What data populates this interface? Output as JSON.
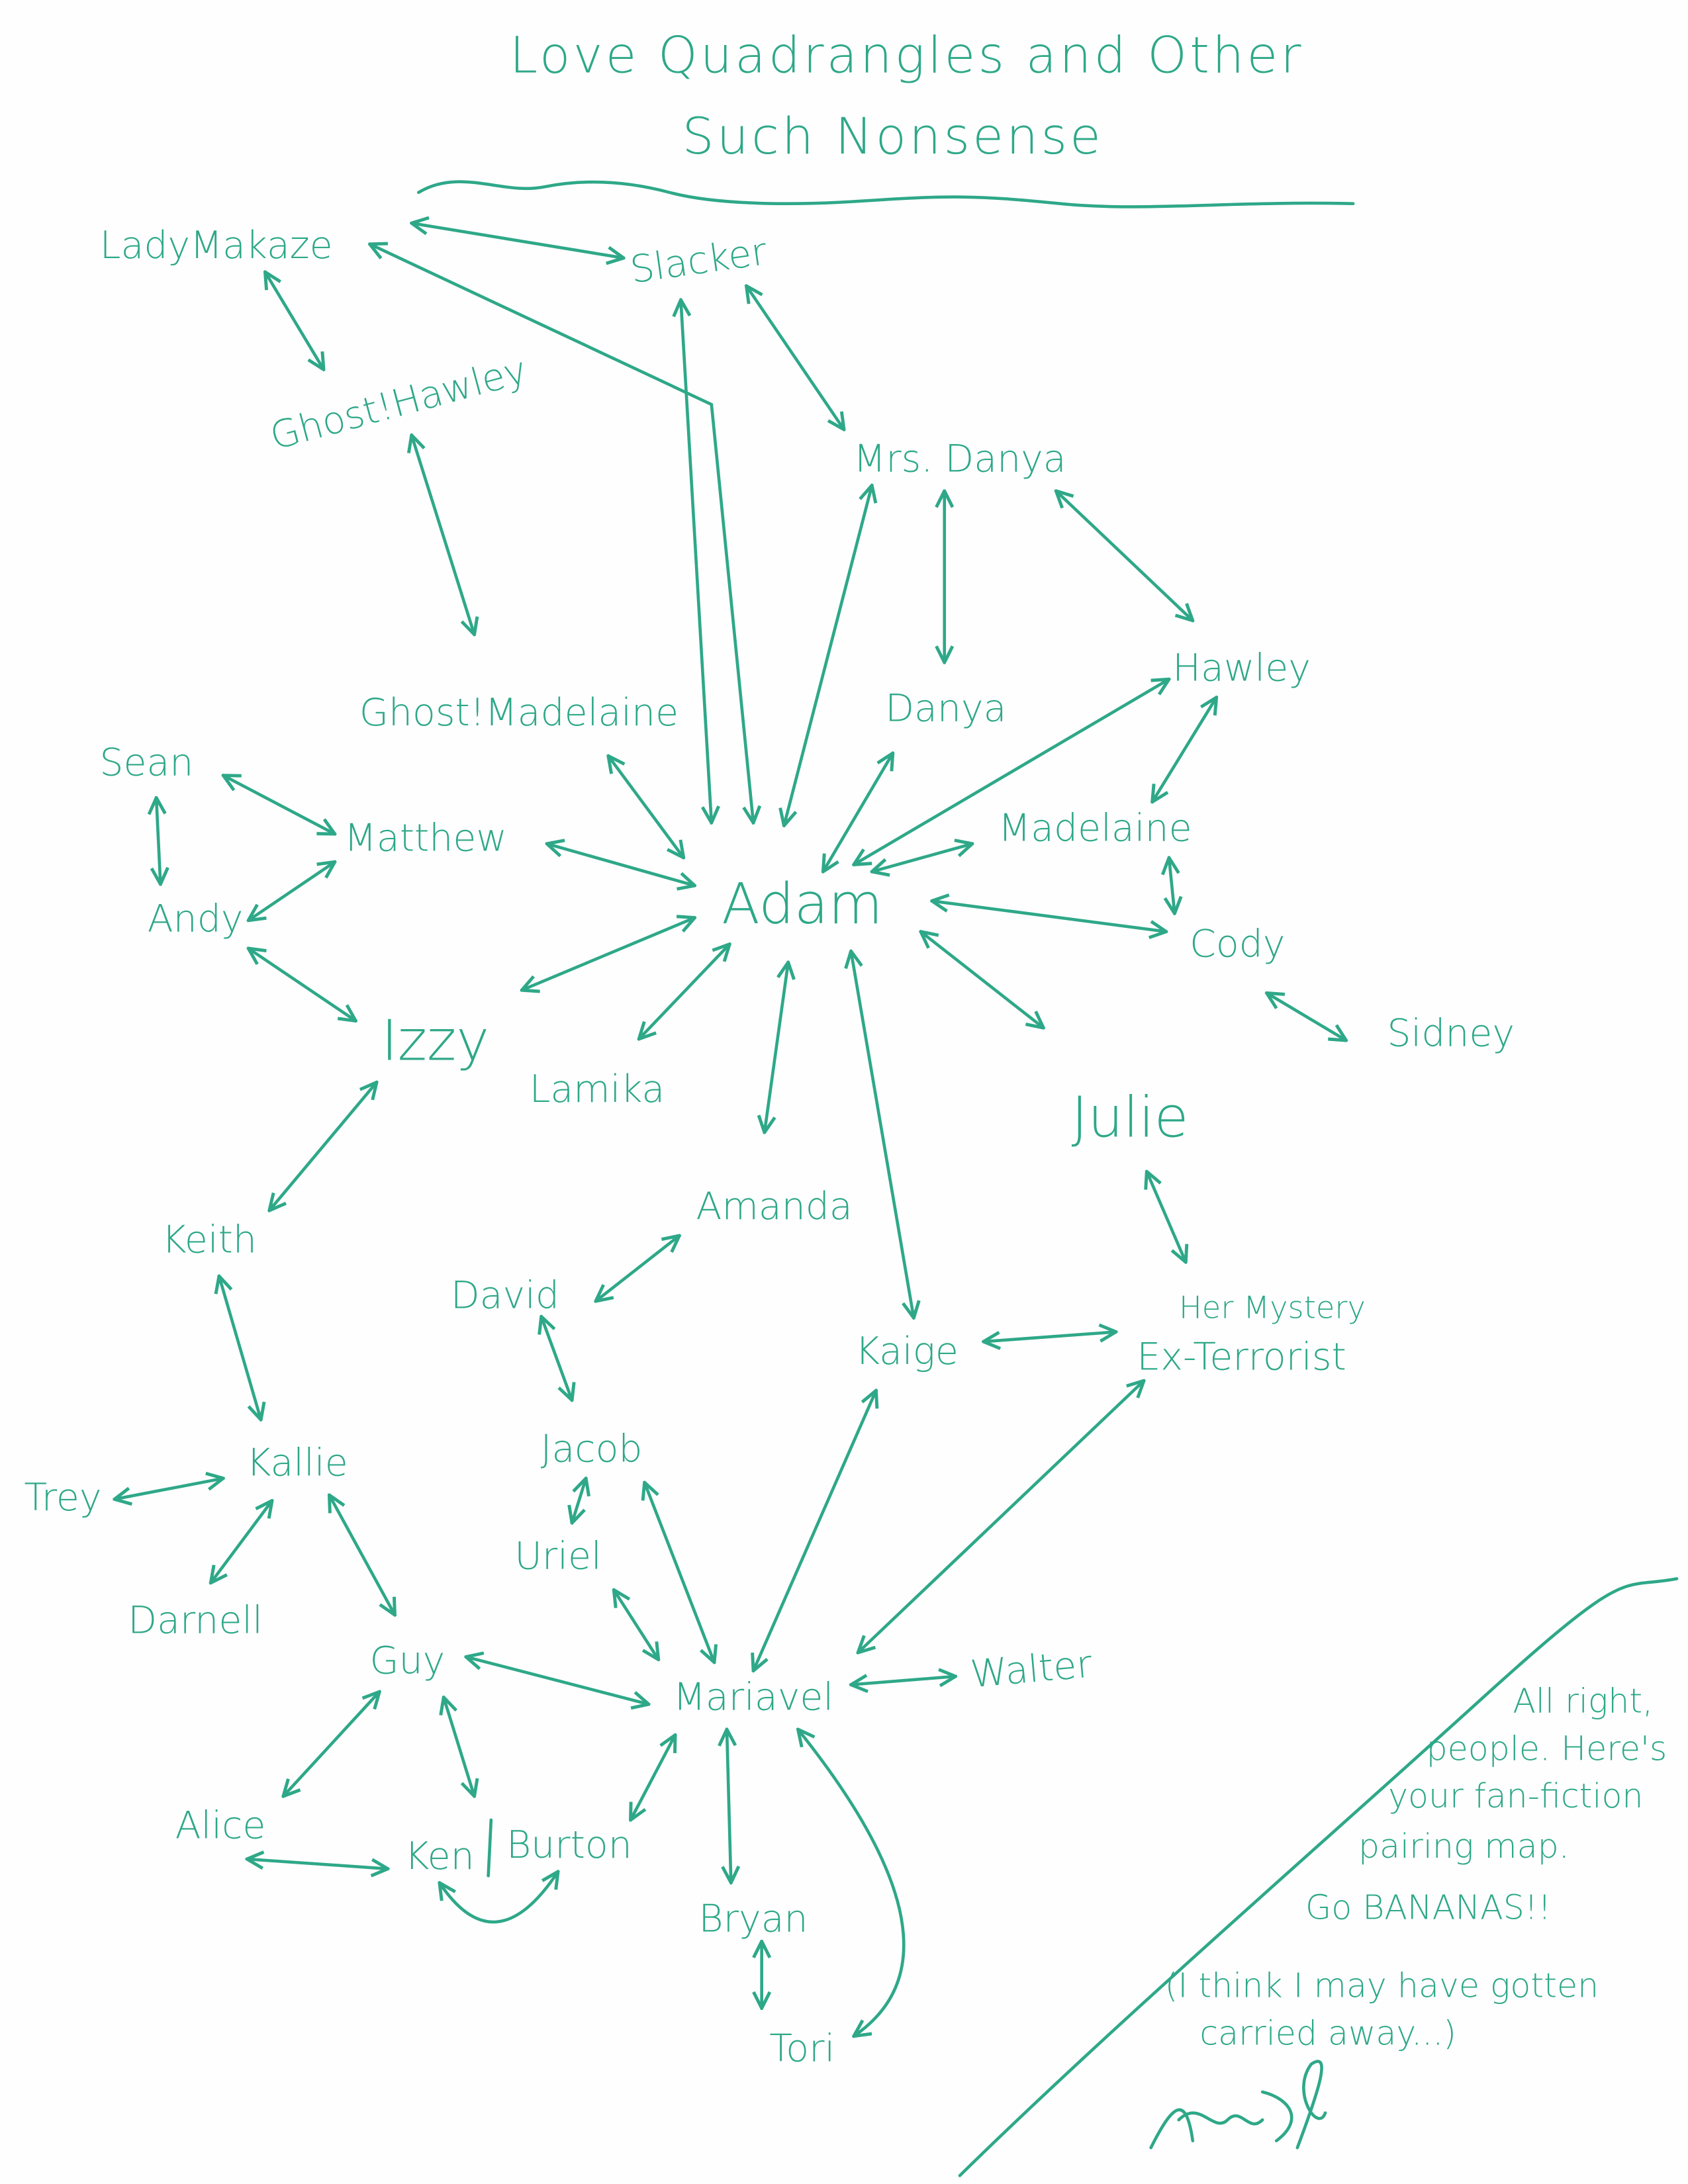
{
  "title": {
    "line1": "Love Quadrangles and Other",
    "line2": "Such Nonsense"
  },
  "characters": {
    "ladymakaze": "LadyMakaze",
    "slacker": "Slacker",
    "ghost_hawley": "Ghost!Hawley",
    "mrs_danya": "Mrs. Danya",
    "ghost_madelaine": "Ghost!Madelaine",
    "danya": "Danya",
    "hawley": "Hawley",
    "sean": "Sean",
    "matthew": "Matthew",
    "madelaine": "Madelaine",
    "andy": "Andy",
    "adam": "Adam",
    "cody": "Cody",
    "sidney": "Sidney",
    "izzy": "Izzy",
    "lamika": "Lamika",
    "julie": "Julie",
    "amanda": "Amanda",
    "keith": "Keith",
    "david": "David",
    "her_mystery": "Her Mystery",
    "ex_terrorist": "Ex-Terrorist",
    "kaige": "Kaige",
    "jacob": "Jacob",
    "kallie": "Kallie",
    "trey": "Trey",
    "uriel": "Uriel",
    "darnell": "Darnell",
    "guy": "Guy",
    "mariavel": "Mariavel",
    "walter": "Walter",
    "alice": "Alice",
    "ken": "Ken",
    "burton": "Burton",
    "bryan": "Bryan",
    "tori": "Tori"
  },
  "note": {
    "lines": [
      "All right,",
      "people. Here's",
      "your fan-fiction",
      "pairing map.",
      "Go BANANAS!!",
      "(I think I may have gotten",
      "carried away...)"
    ]
  },
  "signature": "Adam D.",
  "ink_color": "#2ea888"
}
